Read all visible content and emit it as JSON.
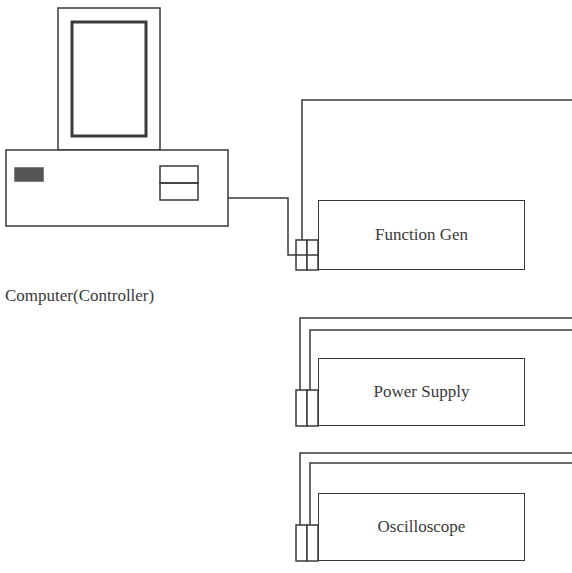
{
  "diagram": {
    "nodes": [
      {
        "text": [
          "Computer(Controller)"
        ]
      },
      {
        "text": [
          "Function Gen"
        ]
      },
      {
        "text": [
          "Power Supply"
        ]
      },
      {
        "text": [
          "Oscilloscope"
        ]
      }
    ],
    "edges": [
      {
        "from": 0,
        "to": 1,
        "arrow": "none"
      }
    ]
  }
}
